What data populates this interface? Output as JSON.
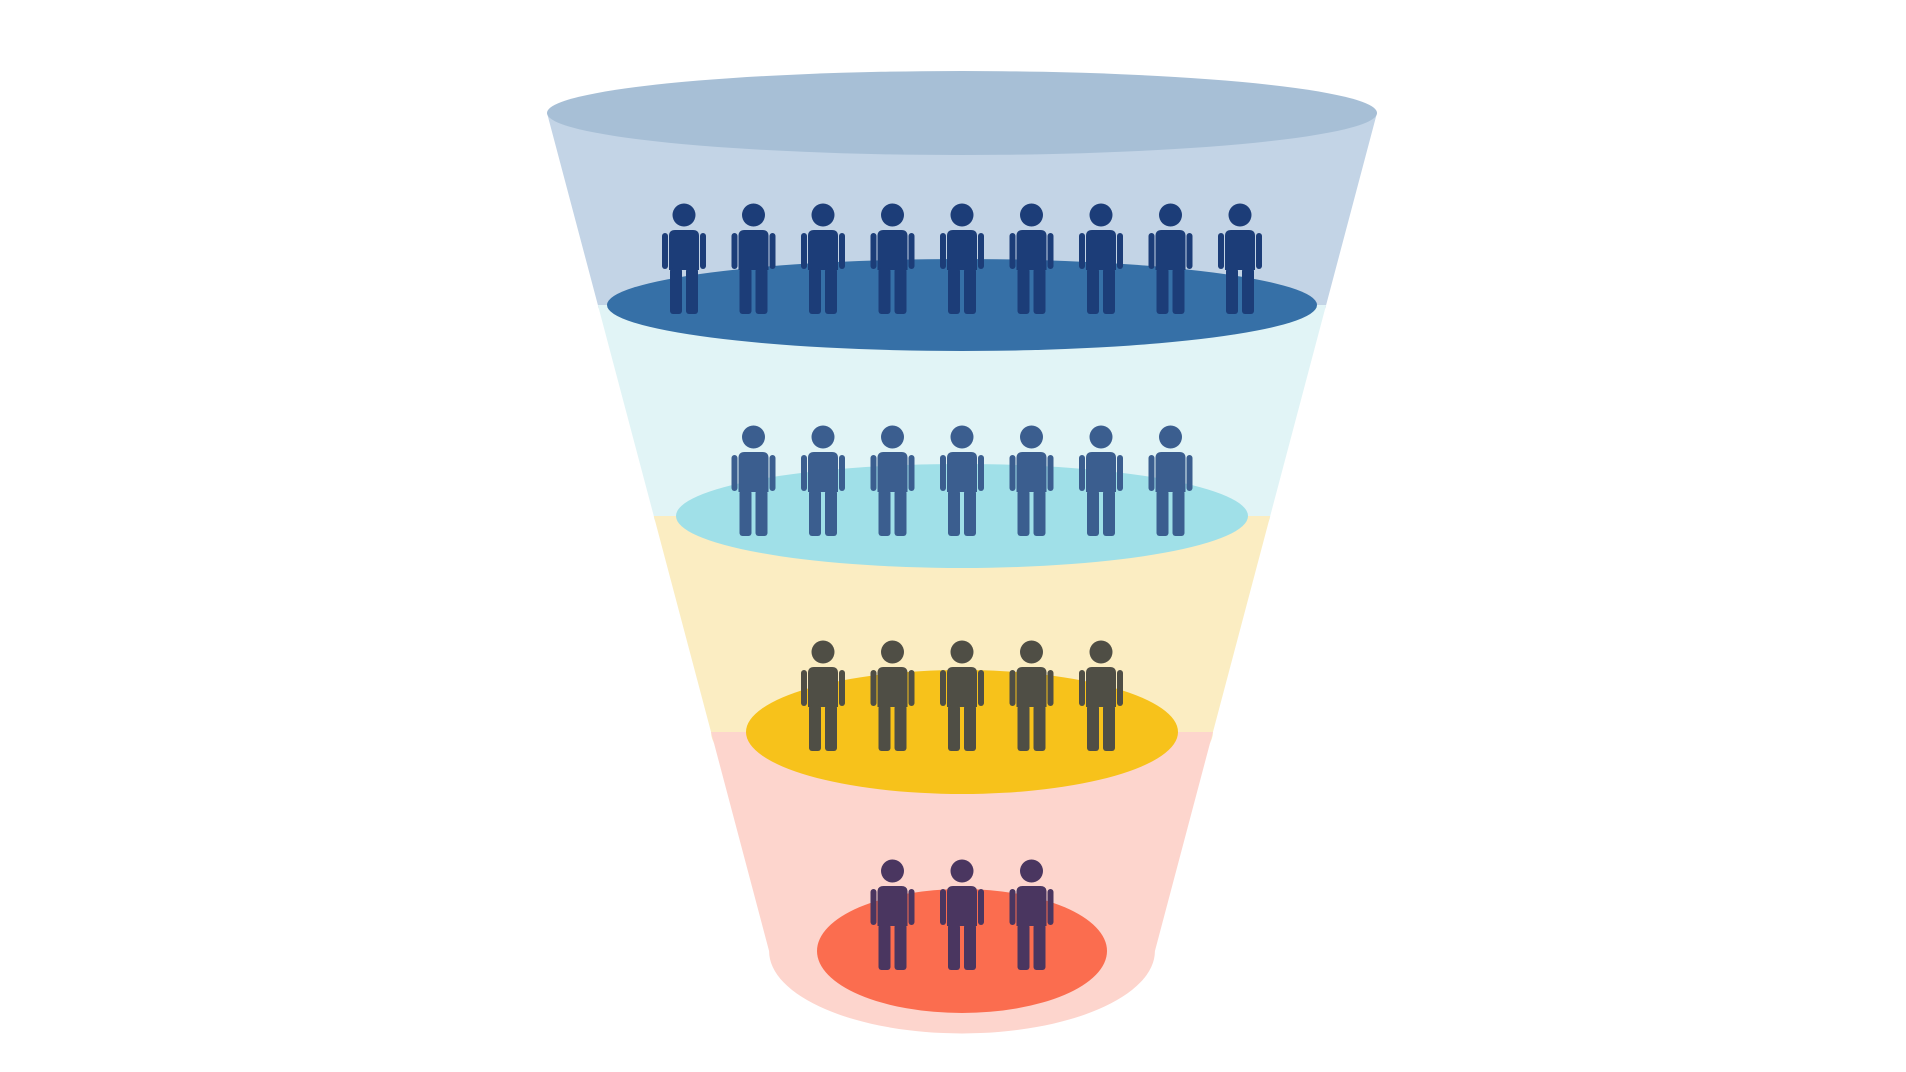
{
  "diagram": {
    "type": "sales-funnel",
    "background_color": "#ffffff",
    "top_rim_color": "#a7bfd6",
    "stages": [
      {
        "people_count": 9,
        "band_color": "#c3d4e6",
        "disc_color": "#3670a7",
        "icon_color": "#1c3d78"
      },
      {
        "people_count": 7,
        "band_color": "#e1f4f6",
        "disc_color": "#a0e0e8",
        "icon_color": "#3b5e8f"
      },
      {
        "people_count": 5,
        "band_color": "#fbedc2",
        "disc_color": "#f7c21b",
        "icon_color": "#4f4e45"
      },
      {
        "people_count": 3,
        "band_color": "#fdd5cd",
        "disc_color": "#fb6d4f",
        "icon_color": "#4a3660"
      }
    ]
  }
}
